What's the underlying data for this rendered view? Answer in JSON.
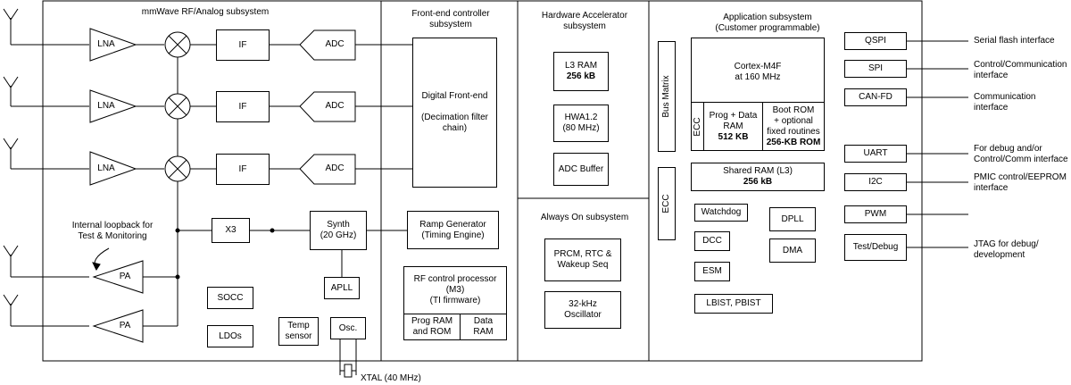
{
  "sections": {
    "rf": "mmWave RF/Analog subsystem",
    "frontend": "Front-end controller\nsubsystem",
    "hwa": "Hardware Accelerator\nsubsystem",
    "alwayson": "Always On subsystem",
    "app": "Application subsystem\n(Customer programmable)"
  },
  "rf": {
    "lna": "LNA",
    "if": "IF",
    "adc": "ADC",
    "pa": "PA",
    "x3": "X3",
    "synth": "Synth\n(20 GHz)",
    "apll": "APLL",
    "socc": "SOCC",
    "ldos": "LDOs",
    "temp": "Temp\nsensor",
    "osc": "Osc.",
    "loopback": "Internal loopback for\nTest & Monitoring",
    "xtal": "XTAL (40 MHz)"
  },
  "frontend": {
    "dfe": "Digital Front-end\n\n(Decimation filter\nchain)",
    "ramp": "Ramp Generator\n(Timing Engine)",
    "rfcp": "RF control  processor\n(M3)\n(TI firmware)",
    "program": "Prog RAM\nand ROM",
    "dataram": "Data\nRAM"
  },
  "hwa": {
    "l3": "L3 RAM",
    "l3size": "256 kB",
    "hwa12": "HWA1.2\n(80 MHz)",
    "adcbuf": "ADC Buffer"
  },
  "alwayson": {
    "prcm": "PRCM, RTC &\nWakeup Seq",
    "osc32": "32-kHz\nOscillator"
  },
  "app": {
    "busmatrix": "Bus Matrix",
    "ecc": "ECC",
    "m4f": "Cortex-M4F\nat 160 MHz",
    "progdata": "Prog + Data\nRAM",
    "progdatasize": "512 KB",
    "bootrom": "Boot ROM\n+ optional\nfixed routines",
    "bootromsize": "256-KB ROM",
    "shared": "Shared RAM (L3)",
    "sharedsize": "256 kB",
    "watchdog": "Watchdog",
    "dcc": "DCC",
    "esm": "ESM",
    "lbist": "LBIST, PBIST",
    "dpll": "DPLL",
    "dma": "DMA"
  },
  "periph": {
    "qspi": "QSPI",
    "spi": "SPI",
    "canfd": "CAN-FD",
    "uart": "UART",
    "i2c": "I2C",
    "pwm": "PWM",
    "testdebug": "Test/Debug"
  },
  "ext": {
    "qspi": "Serial flash interface",
    "spi": "Control/Communication\ninterface",
    "canfd": "Communication interface",
    "uart": "For debug and/or\nControl/Comm interface",
    "i2c": "PMIC control/EEPROM\ninterface",
    "testdebug": "JTAG for debug/\ndevelopment"
  }
}
